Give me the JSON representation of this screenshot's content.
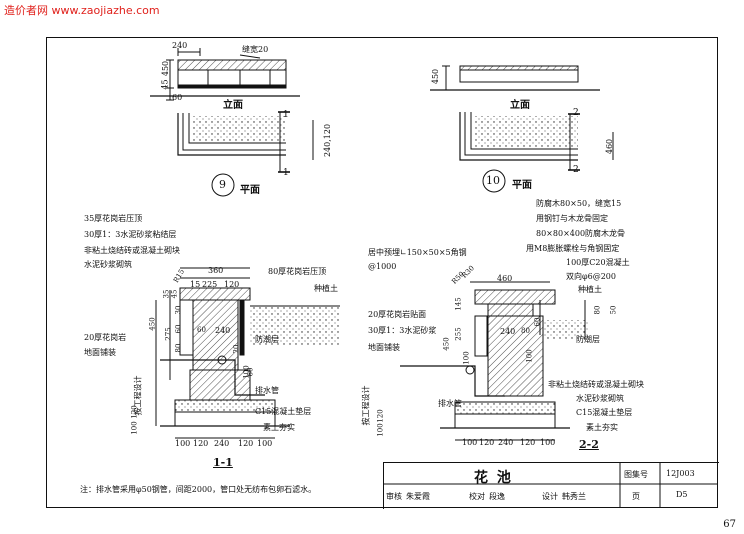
{
  "watermark": "造价者网 www.zaojiazhe.com",
  "page_number": "67",
  "drawing9": {
    "dims_top": [
      "240",
      "缝宽20"
    ],
    "dims_left": [
      "450",
      "45",
      "60"
    ],
    "elevation_label": "立面",
    "plan_dims": [
      "240,120"
    ],
    "section_mark": "1",
    "number": "9",
    "plan_label": "平面"
  },
  "drawing10": {
    "dim_left": "450",
    "elevation_label": "立面",
    "section_mark": "2",
    "dim_460": "460",
    "number": "10",
    "plan_label": "平面"
  },
  "section1": {
    "notes": [
      "35厚花岗岩压顶",
      "30厚1：3水泥砂浆粘结层",
      "非粘土烧结砖或混凝土砌块",
      "水泥砂浆砌筑"
    ],
    "top_dims": [
      "R15",
      "15",
      "225",
      "120",
      "360"
    ],
    "right_notes": [
      "80厚花岗岩压顶",
      "种植土",
      "防潮层",
      "排水管",
      "C15混凝土垫层",
      "素土夯实"
    ],
    "left_notes": [
      "20厚花岗岩",
      "地面铺装",
      "按工程设计"
    ],
    "left_dims": [
      "450",
      "35",
      "45",
      "275",
      "30",
      "60",
      "80",
      "120",
      "100"
    ],
    "inner_dims": [
      "60",
      "240",
      "20",
      "100",
      "60"
    ],
    "bottom_dims": [
      "100",
      "120",
      "240",
      "120",
      "100"
    ],
    "title": "1-1"
  },
  "section2": {
    "top_notes": [
      "防腐木80×50，缝宽15",
      "用钢钉与木龙骨固定",
      "80×80×400防腐木龙骨",
      "用M8膨胀螺栓与角钢固定",
      "100厚C20混凝土",
      "双向φ6@200",
      "种植土"
    ],
    "left_top_notes": [
      "居中预埋∟150×50×5角钢",
      "@1000"
    ],
    "radius_dims": [
      "R50",
      "R30"
    ],
    "top_dim": "460",
    "left_notes": [
      "20厚花岗岩贴面",
      "30厚1：3水泥砂浆",
      "地面铺装",
      "按工程设计",
      "排水管"
    ],
    "right_notes": [
      "防潮层",
      "非粘土烧结砖或混凝土砌块",
      "水泥砂浆砌筑",
      "C15混凝土垫层",
      "素土夯实"
    ],
    "left_dims": [
      "145",
      "255",
      "450",
      "100",
      "120",
      "100"
    ],
    "right_dims": [
      "80",
      "50"
    ],
    "inner_dims": [
      "240",
      "80",
      "60",
      "100"
    ],
    "bottom_dims": [
      "100",
      "120",
      "240",
      "120",
      "100"
    ],
    "title": "2-2"
  },
  "note": "注：排水管采用φ50钢管，间距2000，管口处无纺布包卵石滤水。",
  "title_block": {
    "title": "花  池",
    "atlas_label": "图集号",
    "atlas_no": "12J003",
    "row2": [
      "审核",
      "朱爱霞",
      "校对",
      "段逸",
      "设计",
      "韩秀兰",
      "页"
    ],
    "page_label": "页",
    "page_code": "D5"
  },
  "colors": {
    "watermark": "#e0211c",
    "line": "#111111",
    "background": "#ffffff"
  }
}
